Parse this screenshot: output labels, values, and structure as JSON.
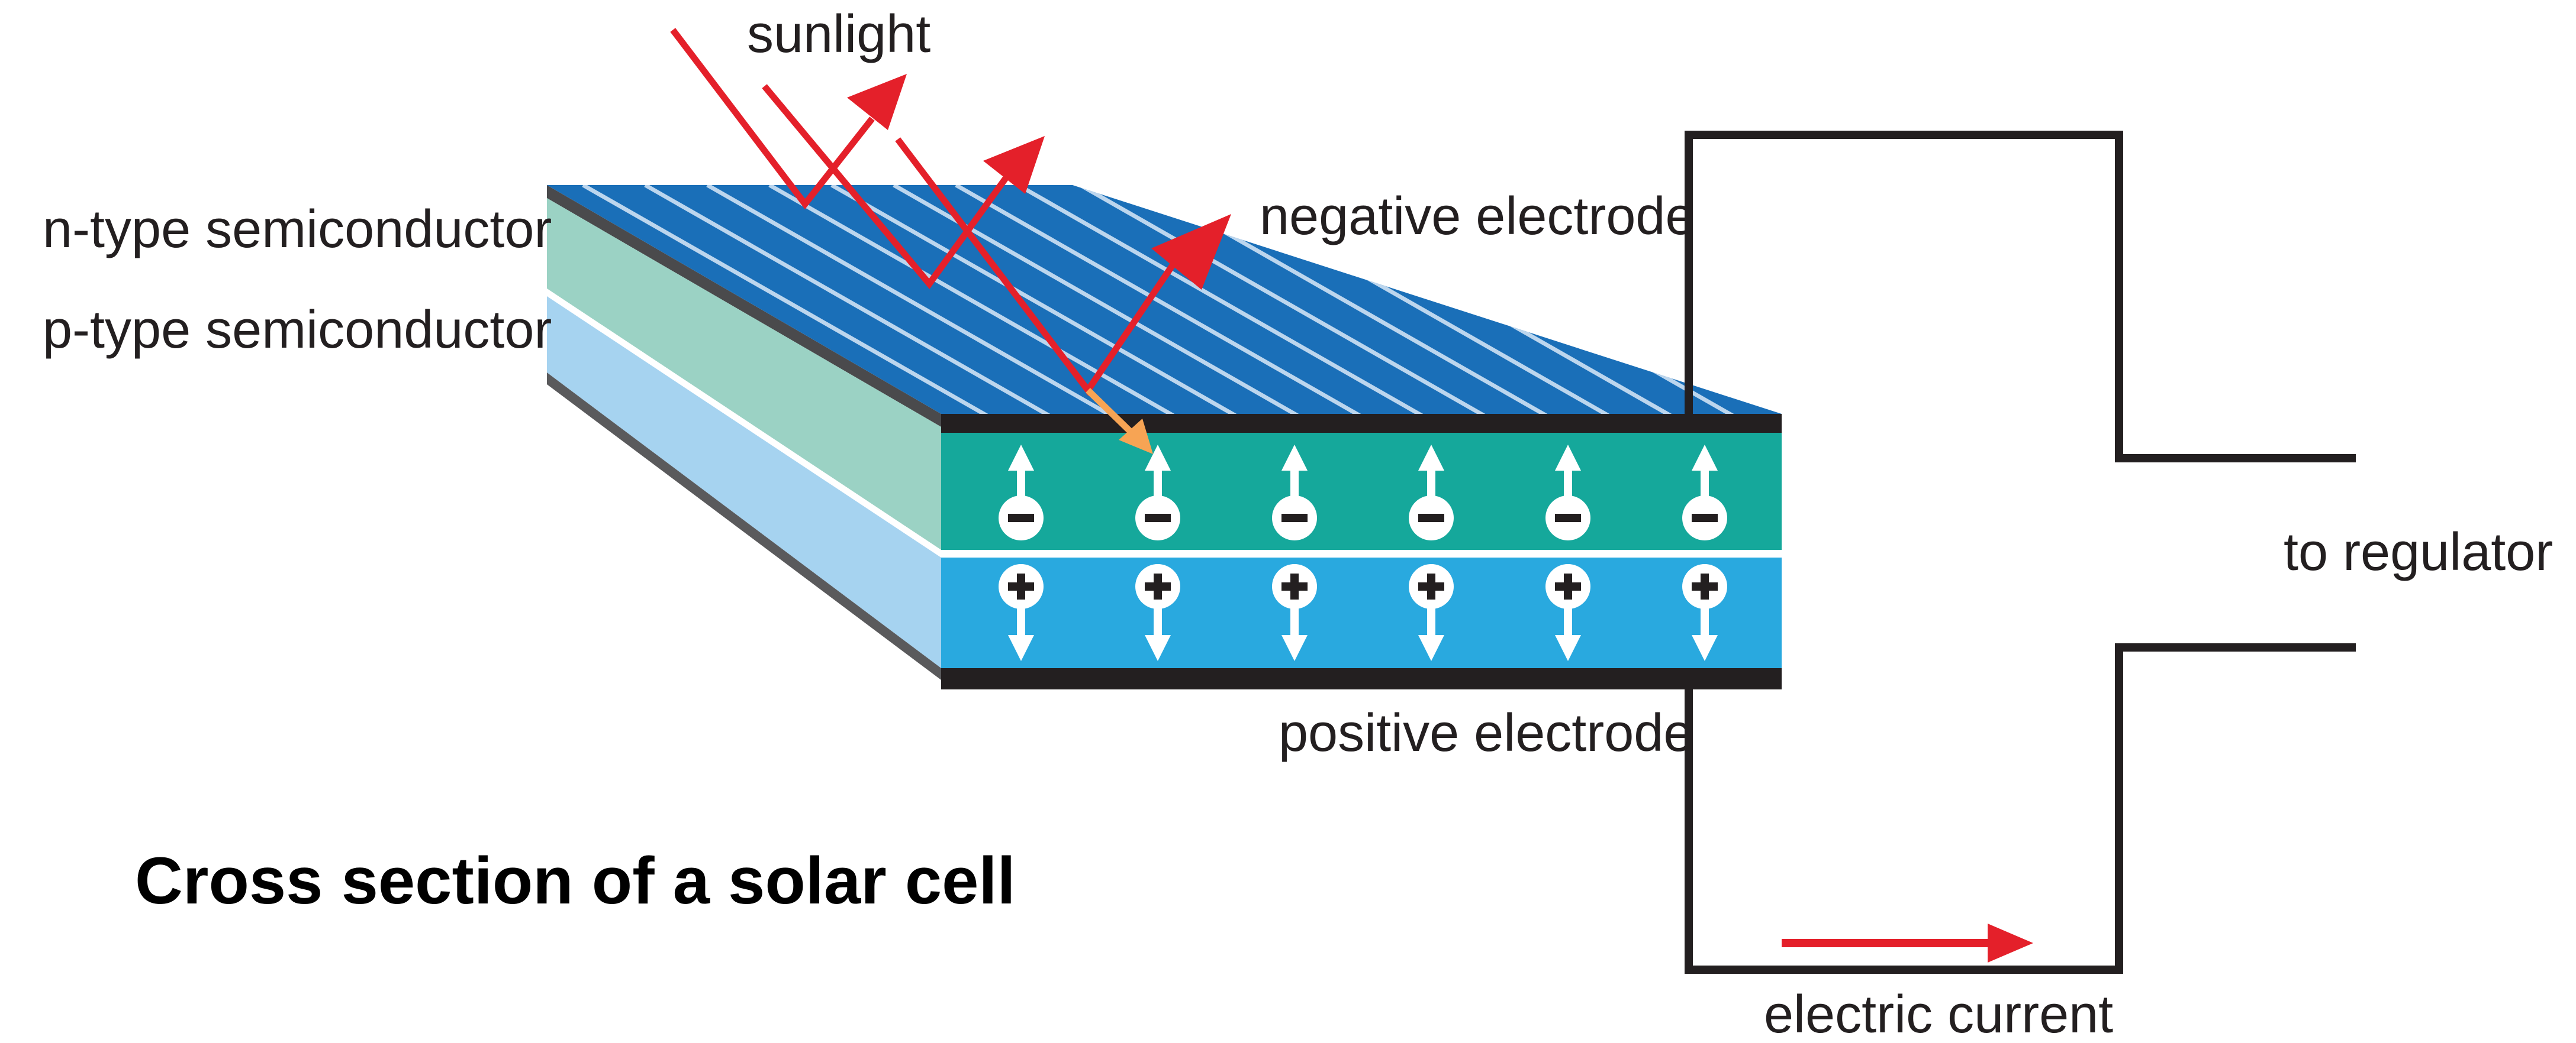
{
  "labels": {
    "sunlight": "sunlight",
    "n_type": "n-type semiconductor",
    "p_type": "p-type semiconductor",
    "negative_electrode": "negative electrode",
    "positive_electrode": "positive electrode",
    "to_regulator": "to regulator",
    "electric_current": "electric current"
  },
  "title": "Cross section of a solar cell",
  "charges": {
    "n_layer_sign": "−",
    "p_layer_sign": "+",
    "count_per_layer": 6
  },
  "colors": {
    "top_blue": "#1a6fb8",
    "top_stripes": "#bcd6ee",
    "n_layer_front": "#15a89b",
    "p_layer_front": "#29a9df",
    "n_layer_side": "#9bd2c4",
    "p_layer_side": "#a6d3f0",
    "electrode": "#231f20",
    "circuit_wire": "#231f20",
    "light_ray": "#e4202a",
    "electron_path": "#f7a454",
    "current_arrow": "#e4202a"
  },
  "icons": {
    "ray": "red-arrow",
    "charge_arrow": "white-arrow",
    "charge_disc": "white-circle"
  }
}
